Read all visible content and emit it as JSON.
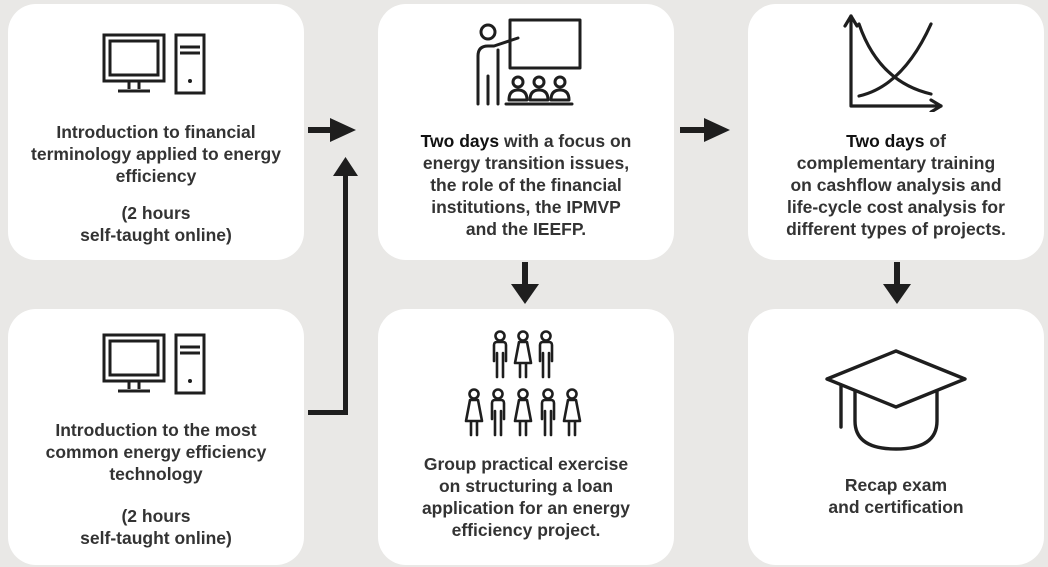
{
  "cards": {
    "intro_finance": {
      "icon": "desktop-computer-icon",
      "line1": "Introduction to financial",
      "line2": "terminology applied to energy",
      "line3": "efficiency",
      "sub1": "(2 hours",
      "sub2": "self-taught online)"
    },
    "intro_tech": {
      "icon": "desktop-computer-icon",
      "line1": "Introduction to the most",
      "line2": "common energy efficiency",
      "line3": "technology",
      "sub1": "(2 hours",
      "sub2": "self-taught online)"
    },
    "two_days_focus": {
      "icon": "presenter-audience-icon",
      "bold": "Two days",
      "line1_rest": " with a focus on",
      "line2": "energy transition issues,",
      "line3": "the role of the financial",
      "line4": "institutions, the IPMVP",
      "line5": "and the IEEFP."
    },
    "group_exercise": {
      "icon": "group-of-people-icon",
      "line1": "Group practical exercise",
      "line2": "on structuring a loan",
      "line3": "application for an energy",
      "line4": "efficiency project."
    },
    "two_days_cashflow": {
      "icon": "cost-curve-chart-icon",
      "bold": "Two days",
      "line1_rest": " of",
      "line2": "complementary training",
      "line3": "on cashflow analysis and",
      "line4": "life-cycle cost analysis for",
      "line5": "different types of projects."
    },
    "recap": {
      "icon": "graduation-cap-icon",
      "line1": "Recap exam",
      "line2": "and certification"
    }
  },
  "colors": {
    "background": "#e9e8e6",
    "card": "#ffffff",
    "arrow": "#1e1e1e",
    "icon": "#1e1e1e",
    "text": "#333333"
  }
}
